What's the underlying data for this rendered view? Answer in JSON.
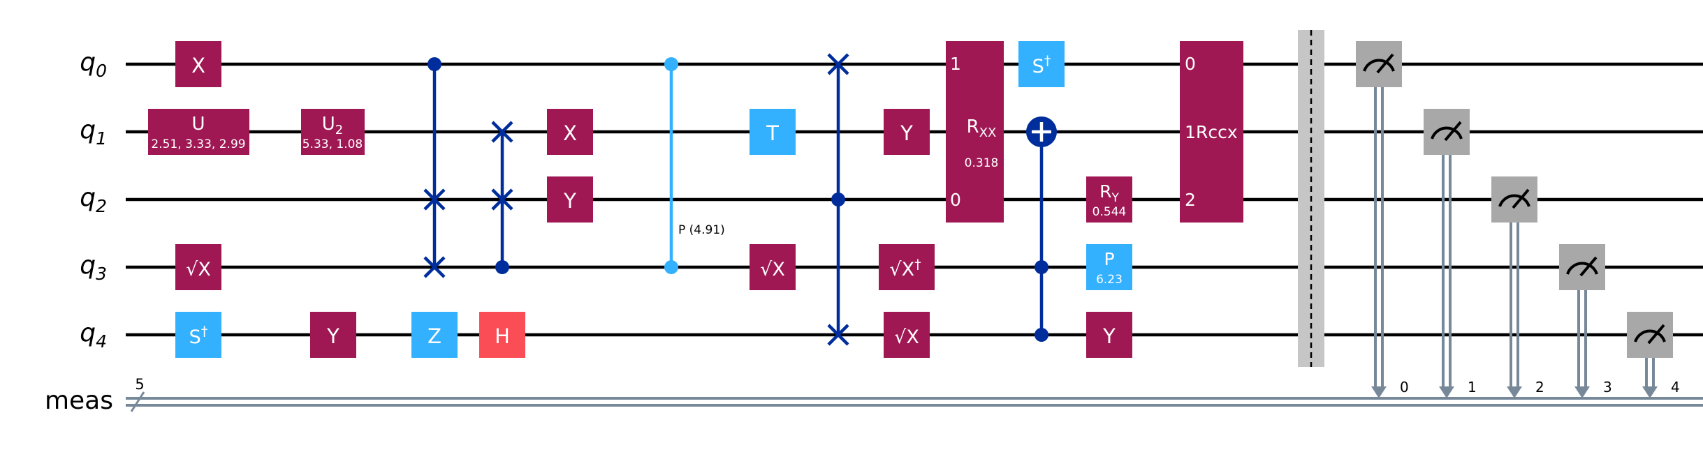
{
  "colors": {
    "wire": "#000000",
    "classical_wire": "#778899",
    "gate_maroon": "#9f1853",
    "gate_blue": "#33b1ff",
    "gate_red": "#fa4d56",
    "control_blue": "#002d9c",
    "control_light_blue": "#33b1ff",
    "measure_gray": "#a8a8a8",
    "barrier_gray": "#c6c6c6",
    "gate_text": "#ffffff"
  },
  "qubits": [
    {
      "label": "q",
      "index": "0"
    },
    {
      "label": "q",
      "index": "1"
    },
    {
      "label": "q",
      "index": "2"
    },
    {
      "label": "q",
      "index": "3"
    },
    {
      "label": "q",
      "index": "4"
    }
  ],
  "classical_register": {
    "label": "meas",
    "size": "5"
  },
  "single_gates": [
    {
      "id": "x-q0",
      "label": "X",
      "color": "maroon"
    },
    {
      "id": "u-q1",
      "label": "U",
      "params": "2.51, 3.33, 2.99",
      "color": "maroon"
    },
    {
      "id": "u2-q1",
      "label": "U",
      "sub": "2",
      "params": "5.33, 1.08",
      "color": "maroon"
    },
    {
      "id": "sx-q3",
      "label": "√X",
      "color": "maroon"
    },
    {
      "id": "sdg-q4",
      "label": "S",
      "sup": "†",
      "color": "blue"
    },
    {
      "id": "y-q4",
      "label": "Y",
      "color": "maroon"
    },
    {
      "id": "z-q4",
      "label": "Z",
      "color": "blue"
    },
    {
      "id": "h-q4",
      "label": "H",
      "color": "red"
    },
    {
      "id": "x-q1",
      "label": "X",
      "color": "maroon"
    },
    {
      "id": "y-q2",
      "label": "Y",
      "color": "maroon"
    },
    {
      "id": "t-q1",
      "label": "T",
      "color": "blue"
    },
    {
      "id": "sx-q3-b",
      "label": "√X",
      "color": "maroon"
    },
    {
      "id": "y-q1",
      "label": "Y",
      "color": "maroon"
    },
    {
      "id": "sxdg-q3",
      "label": "√X",
      "sup": "†",
      "color": "maroon"
    },
    {
      "id": "sx-q4",
      "label": "√X",
      "color": "maroon"
    },
    {
      "id": "sdg-q0",
      "label": "S",
      "sup": "†",
      "color": "blue"
    },
    {
      "id": "ry-q2",
      "label": "R",
      "sub": "Y",
      "params": "0.544",
      "color": "maroon"
    },
    {
      "id": "p-q3",
      "label": "P",
      "params": "6.23",
      "color": "blue"
    },
    {
      "id": "y-q4-b",
      "label": "Y",
      "color": "maroon"
    }
  ],
  "multi_gates": {
    "rxx": {
      "label": "R",
      "sub": "XX",
      "params": "0.318",
      "pin_top": "1",
      "pin_bottom": "0"
    },
    "rccx": {
      "label": "Rccx",
      "pin_0": "0",
      "pin_1": "1",
      "pin_2": "2"
    }
  },
  "cp_label": "P (4.91)",
  "measure_bits": [
    "0",
    "1",
    "2",
    "3",
    "4"
  ]
}
